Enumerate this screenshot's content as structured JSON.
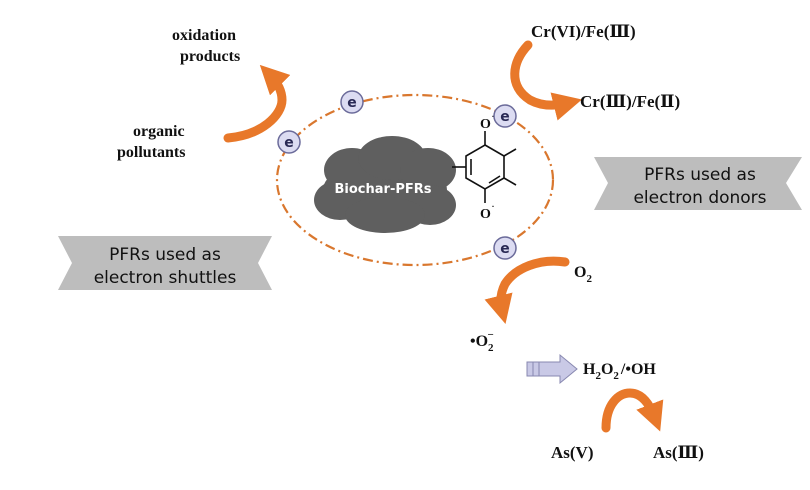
{
  "colors": {
    "arrow": "#E8782A",
    "ellipse": "#D9772E",
    "electron_fill": "#DCDCF2",
    "electron_stroke": "#6B6B9A",
    "cloud": "#5F5F5F",
    "banner": "#BDBDBD",
    "block_arrow": "#C9C9E6"
  },
  "cloud": {
    "label": "Biochar-PFRs"
  },
  "molecule": {
    "radical_top": "O",
    "radical_bottom": "O"
  },
  "electron_label": "e",
  "labels": {
    "oxidation_line1": "oxidation",
    "oxidation_line2": "products",
    "organic_line1": "organic",
    "organic_line2": "pollutants",
    "cr_fe_high": "Cr(VI)/Fe(Ⅲ)",
    "cr_fe_low": "Cr(Ⅲ)/Fe(Ⅱ)",
    "o2_base": "O",
    "o2_sub": "2",
    "superoxide_prefix": "•O",
    "superoxide_sub": "2",
    "superoxide_sup": "−",
    "h2o2_h": "H",
    "h2o2_sub1": "2",
    "h2o2_o": "O",
    "h2o2_sub2": "2",
    "h2o2_oh": "/•OH",
    "as_v": "As(V)",
    "as_iii": "As(Ⅲ)"
  },
  "banners": {
    "donors_line1": "PFRs used as",
    "donors_line2": "electron donors",
    "shuttles_line1": "PFRs used as",
    "shuttles_line2": "electron shuttles"
  }
}
